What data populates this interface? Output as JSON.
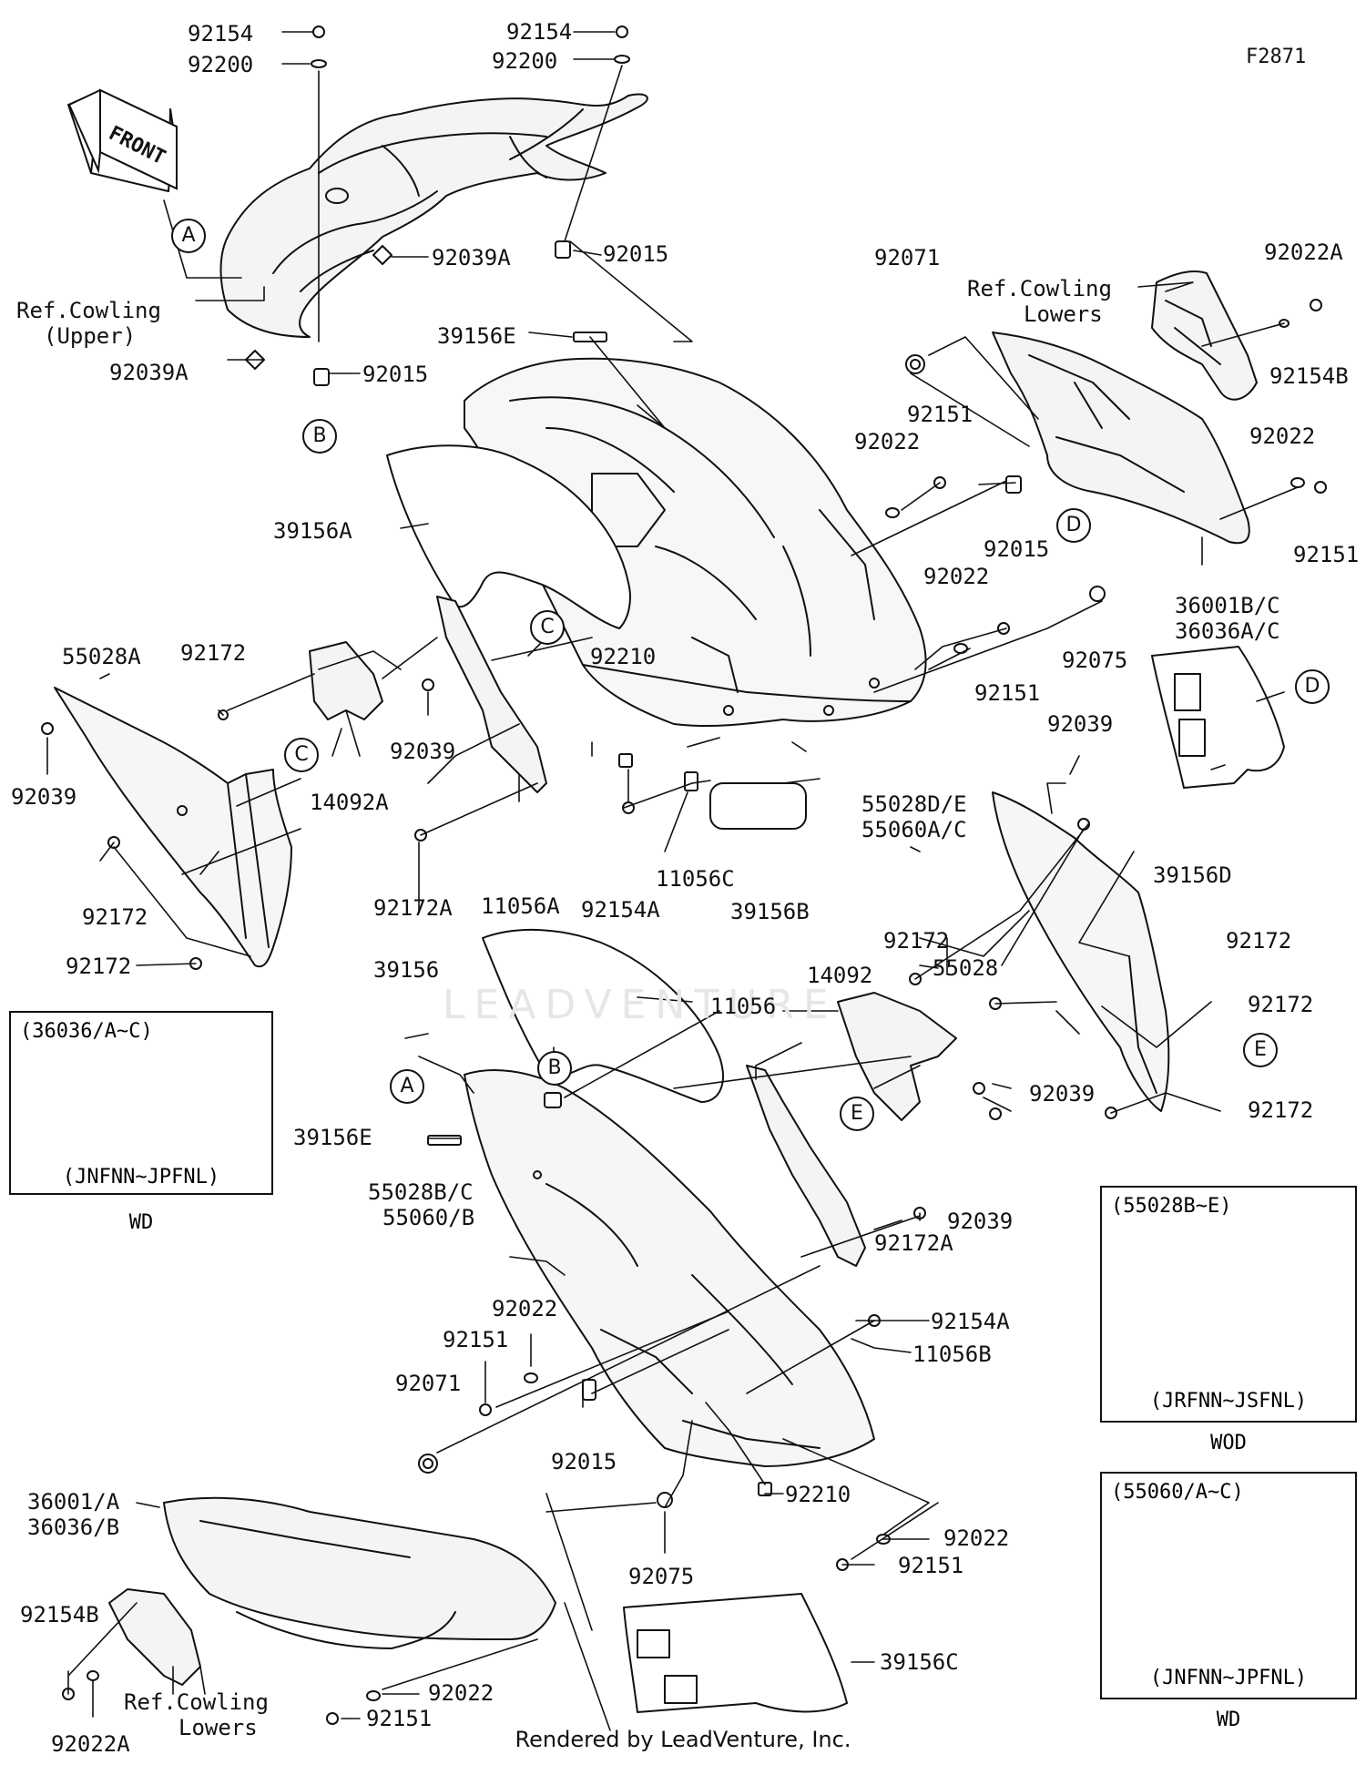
{
  "figure_code": "F2871",
  "front_arrow_label": "FRONT",
  "footer": "Rendered by LeadVenture, Inc.",
  "watermark": "LEADVENTURE",
  "callouts": [
    "A",
    "B",
    "C",
    "D",
    "E"
  ],
  "parts": {
    "p92154_top_left": "92154",
    "p92200_top_left": "92200",
    "p92154_top_mid": "92154",
    "p92200_top_mid": "92200",
    "p92015_top": "92015",
    "p92039A_upper": "92039A",
    "ref_cowling_upper_1": "Ref.Cowling",
    "ref_cowling_upper_2": "(Upper)",
    "p92039A_left": "92039A",
    "p92015_left": "92015",
    "p39156E_top": "39156E",
    "p39156A": "39156A",
    "p92071_top": "92071",
    "ref_cowling_lowers_top_1": "Ref.Cowling",
    "ref_cowling_lowers_top_2": "Lowers",
    "p92022A_top": "92022A",
    "p92154B_top": "92154B",
    "p92151_mid_1": "92151",
    "p92022_mid_1": "92022",
    "p92022_right": "92022",
    "p92015_mid": "92015",
    "p92151_right": "92151",
    "p36001BC": "36001B/C",
    "p36036AC": "36036A/C",
    "p92022_mid_2": "92022",
    "p92075_top": "92075",
    "p92151_mid_2": "92151",
    "p55028A": "55028A",
    "p92172_a": "92172",
    "p92039_left": "92039",
    "p92039_mid": "92039",
    "p14092A": "14092A",
    "p92210_top": "92210",
    "p55028DE": "55028D/E",
    "p55060AC": "55060A/C",
    "p92039_right": "92039",
    "p92172_b": "92172",
    "p92172A_a": "92172A",
    "p11056A": "11056A",
    "p92154A_top": "92154A",
    "p11056C": "11056C",
    "p39156B": "39156B",
    "p39156D": "39156D",
    "p92172_c": "92172",
    "p92172_right_1": "92172",
    "p92172_mid": "92172",
    "p14092": "14092",
    "p39156": "39156",
    "p11056": "11056",
    "p55028": "55028",
    "p92172_right_2": "92172",
    "p92039_e1": "92039",
    "p92172_right_3": "92172",
    "p39156E_low": "39156E",
    "p92039_e2": "92039",
    "p55028BC": "55028B/C",
    "p55060B": "55060/B",
    "p92172A_b": "92172A",
    "p92022_low": "92022",
    "p92151_low": "92151",
    "p92154A_low": "92154A",
    "p11056B": "11056B",
    "p92071_low": "92071",
    "p92015_low": "92015",
    "p36001A": "36001/A",
    "p36036B": "36036/B",
    "p92210_low": "92210",
    "p92022_low_r": "92022",
    "p92075_low": "92075",
    "p92151_low_r": "92151",
    "p92154B_low": "92154B",
    "ref_cowling_lowers_low_1": "Ref.Cowling",
    "ref_cowling_lowers_low_2": "Lowers",
    "p39156C": "39156C",
    "p92022_bottom": "92022",
    "p92151_bottom": "92151",
    "p92022A_low": "92022A"
  },
  "insets": [
    {
      "header": "(36036/A~C)",
      "code": "(JNFNN~JPFNL)",
      "label": "WD"
    },
    {
      "header": "(55028B~E)",
      "code": "(JRFNN~JSFNL)",
      "label": "WOD"
    },
    {
      "header": "(55060/A~C)",
      "code": "(JNFNN~JPFNL)",
      "label": "WD"
    }
  ]
}
